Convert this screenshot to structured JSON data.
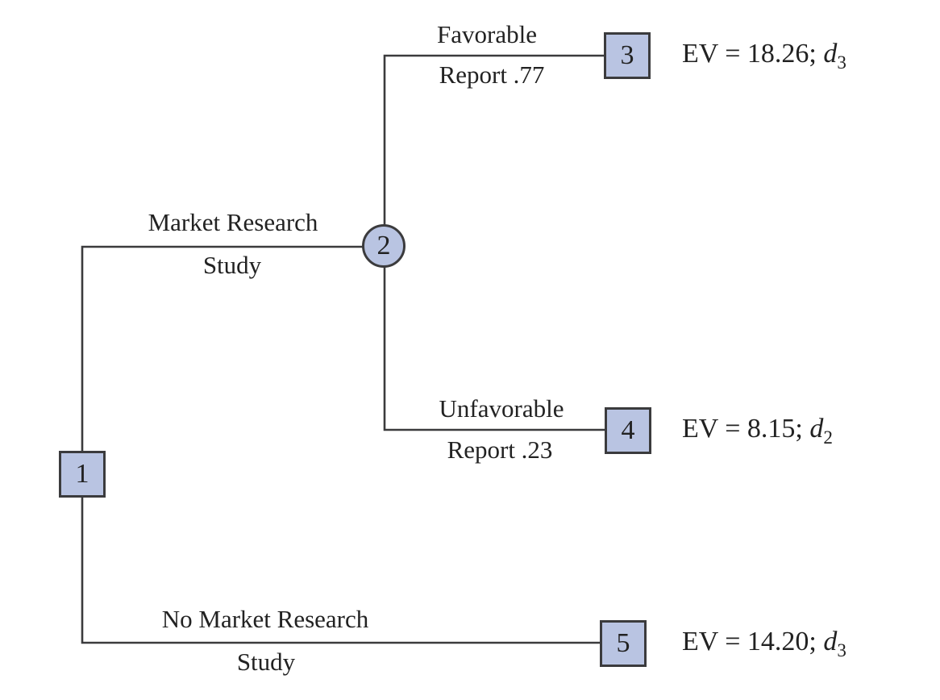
{
  "diagram_type": "decision-tree",
  "nodes": {
    "n1": "1",
    "n2": "2",
    "n3": "3",
    "n4": "4",
    "n5": "5"
  },
  "branches": {
    "market": {
      "top": "Market Research",
      "bottom": "Study"
    },
    "favorable": {
      "top": "Favorable",
      "bottom": "Report .77"
    },
    "unfavorable": {
      "top": "Unfavorable",
      "bottom": "Report .23"
    },
    "no_market": {
      "top": "No Market Research",
      "bottom": "Study"
    }
  },
  "ev": {
    "n3": {
      "prefix": "EV = 18.26; ",
      "variable": "d",
      "subscript": "3"
    },
    "n4": {
      "prefix": "EV = 8.15; ",
      "variable": "d",
      "subscript": "2"
    },
    "n5": {
      "prefix": "EV = 14.20; ",
      "variable": "d",
      "subscript": "3"
    }
  },
  "colors": {
    "node_fill": "#b9c4e2",
    "node_border": "#3b3b3d",
    "line_color": "#3b3b3d",
    "text_color": "#222222",
    "background": "#ffffff"
  }
}
